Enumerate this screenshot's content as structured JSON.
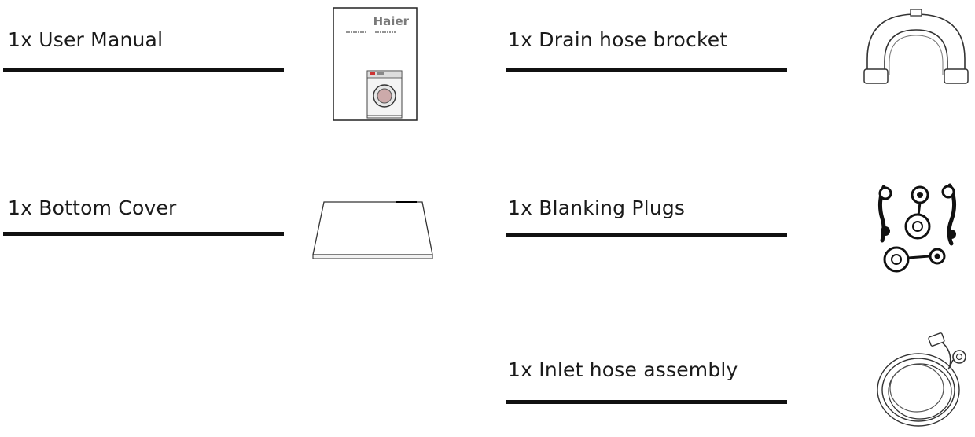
{
  "items": [
    {
      "label": "1x User Manual",
      "icon": "user-manual-icon"
    },
    {
      "label": "1x Bottom Cover",
      "icon": "bottom-cover-icon"
    },
    {
      "label": "1x Drain hose brocket",
      "icon": "drain-hose-bracket-icon"
    },
    {
      "label": "1x Blanking Plugs",
      "icon": "blanking-plugs-icon"
    },
    {
      "label": "1x Inlet hose assembly",
      "icon": "inlet-hose-icon"
    }
  ],
  "manual": {
    "brand": "Haier"
  }
}
